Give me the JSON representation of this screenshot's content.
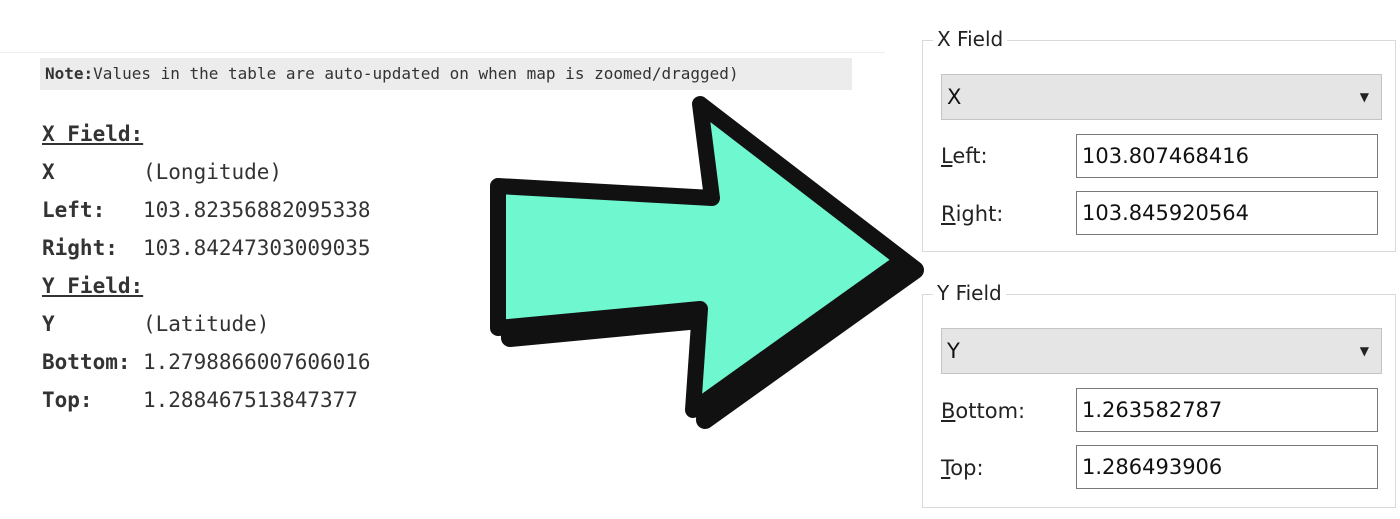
{
  "note": {
    "bold": "Note:",
    "text": "Values in the table are auto-updated on when map is zoomed/dragged)"
  },
  "left_table": {
    "x_heading": "X Field:",
    "x_row": {
      "label": "X",
      "value": "(Longitude)"
    },
    "left_row": {
      "label": "Left:",
      "value": "103.82356882095338"
    },
    "right_row": {
      "label": "Right:",
      "value": "103.84247303009035"
    },
    "y_heading": "Y Field:",
    "y_row": {
      "label": "Y",
      "value": "(Latitude)"
    },
    "bottom_row": {
      "label": "Bottom:",
      "value": "1.2798866007606016"
    },
    "top_row": {
      "label": "Top:",
      "value": "1.288467513847377"
    }
  },
  "arrow": {
    "fill": "#6ff7cf",
    "stroke": "#111111"
  },
  "x_group": {
    "legend": "X Field",
    "select_value": "X",
    "left_key": "L",
    "left_rest": "eft:",
    "left_value": "103.807468416",
    "right_key": "R",
    "right_rest": "ight:",
    "right_value": "103.845920564"
  },
  "y_group": {
    "legend": "Y Field",
    "select_value": "Y",
    "bottom_key": "B",
    "bottom_rest": "ottom:",
    "bottom_value": "1.263582787",
    "top_key": "T",
    "top_rest": "op:",
    "top_value": "1.286493906"
  }
}
